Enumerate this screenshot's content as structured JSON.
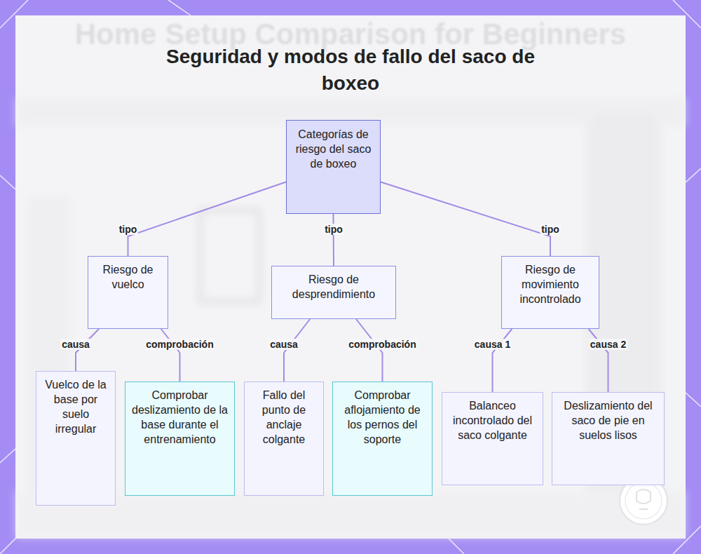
{
  "diagram": {
    "title": "Seguridad y modos de fallo del saco de boxeo",
    "nodes": [
      {
        "text": [
          "Categorías de riesgo del saco de boxeo"
        ]
      },
      {
        "text": [
          "Riesgo de vuelco"
        ]
      },
      {
        "text": [
          "Riesgo de desprendimiento"
        ]
      },
      {
        "text": [
          "Riesgo de movimiento incontrolado"
        ]
      },
      {
        "text": [
          "Vuelco de la base por suelo irregular"
        ]
      },
      {
        "text": [
          "Comprobar deslizamiento de la base durante el entrenamiento"
        ]
      },
      {
        "text": [
          "Fallo del punto de anclaje colgante"
        ]
      },
      {
        "text": [
          "Comprobar aflojamiento de los pernos del soporte"
        ]
      },
      {
        "text": [
          "Balanceo incontrolado del saco colgante"
        ]
      },
      {
        "text": [
          "Deslizamiento del saco de pie en suelos lisos"
        ]
      }
    ],
    "edges": [
      {
        "from": 0,
        "to": 1,
        "label": "tipo",
        "arrow": "none"
      },
      {
        "from": 0,
        "to": 2,
        "label": "tipo",
        "arrow": "none"
      },
      {
        "from": 0,
        "to": 3,
        "label": "tipo",
        "arrow": "none"
      },
      {
        "from": 1,
        "to": 4,
        "label": "causa",
        "arrow": "none"
      },
      {
        "from": 1,
        "to": 5,
        "label": "comprobación",
        "arrow": "none"
      },
      {
        "from": 2,
        "to": 6,
        "label": "causa",
        "arrow": "none"
      },
      {
        "from": 2,
        "to": 7,
        "label": "comprobación",
        "arrow": "none"
      },
      {
        "from": 3,
        "to": 8,
        "label": "causa 1",
        "arrow": "none"
      },
      {
        "from": 3,
        "to": 9,
        "label": "causa 2",
        "arrow": "none"
      }
    ],
    "labels": [
      "Home Setup Comparison for Beginners"
    ]
  }
}
